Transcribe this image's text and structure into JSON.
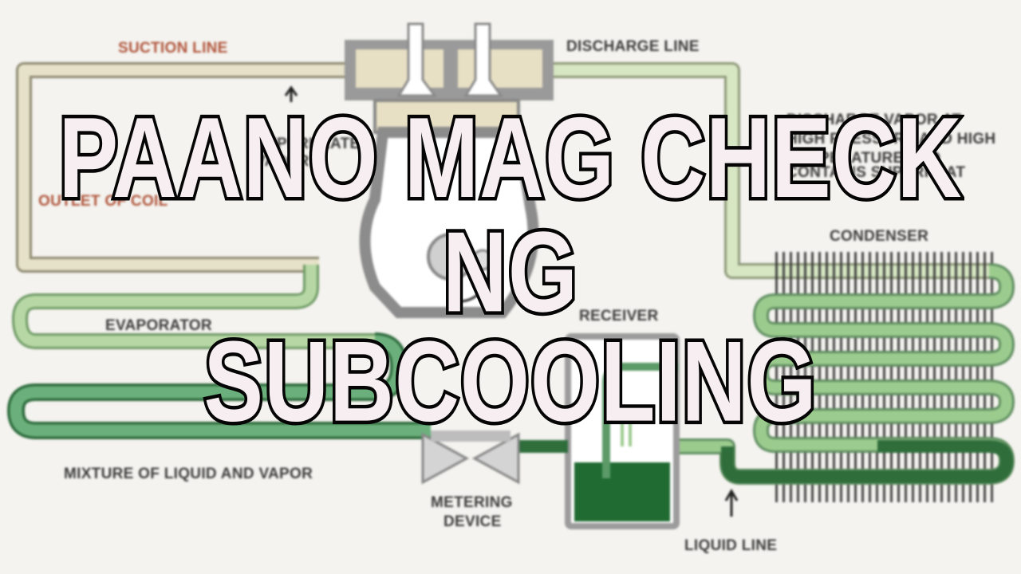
{
  "labels": {
    "suction_line": "SUCTION LINE",
    "discharge_line": "DISCHARGE LINE",
    "discharge_vapor_1": "DISCHARGE VAPOR AT",
    "discharge_vapor_2": "HIGH PRESSURE AND HIGH",
    "discharge_vapor_3": "TEMPERATURE AND",
    "discharge_vapor_4": "CONTAINS SUPERHEAT",
    "superheated_1": "SUPERHEATED",
    "superheated_2": "VAPOR",
    "outlet": "OUTLET OF COIL",
    "condenser": "CONDENSER",
    "evaporator": "EVAPORATOR",
    "receiver": "RECEIVER",
    "mixture": "MIXTURE OF LIQUID AND VAPOR",
    "metering_1": "METERING",
    "metering_2": "DEVICE",
    "liquid_line": "LIQUID LINE"
  },
  "title": {
    "line1": "PAANO MAG CHECK NG",
    "line2": "SUBCOOLING"
  },
  "colors": {
    "suction_pipe": "#e6e1c9",
    "discharge_pipe": "#d7e6c3",
    "light_green_pipe": "#a9cf96",
    "dark_green_pipe": "#3d8a4f",
    "liquid": "#1f6b32",
    "compressor": "#9a9a9a",
    "title_fill": "#f6eef0",
    "title_stroke": "#050505"
  }
}
